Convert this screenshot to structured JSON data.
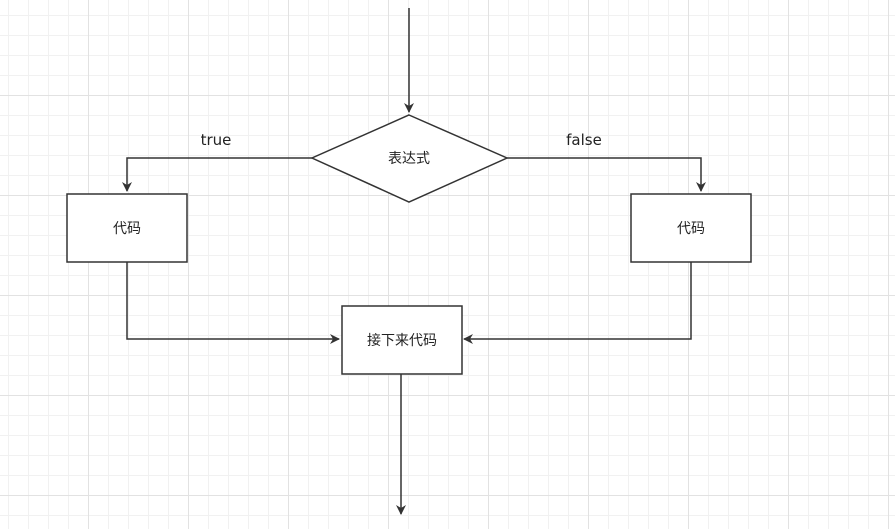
{
  "colors": {
    "stroke": "#333333",
    "fill": "#ffffff",
    "text": "#222222"
  },
  "nodes": {
    "condition": {
      "label": "表达式"
    },
    "true_code": {
      "label": "代码"
    },
    "false_code": {
      "label": "代码"
    },
    "next_code": {
      "label": "接下来代码"
    }
  },
  "edges": {
    "true_label": "true",
    "false_label": "false"
  }
}
